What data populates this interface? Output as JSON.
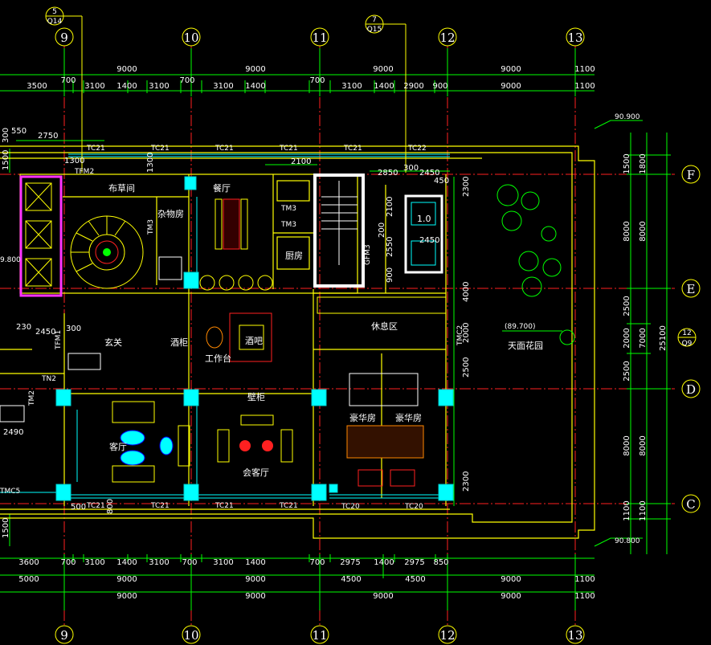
{
  "axes_top": [
    "9",
    "10",
    "11",
    "12",
    "13"
  ],
  "axes_bottom": [
    "9",
    "10",
    "11",
    "12",
    "13"
  ],
  "axes_right": [
    "F",
    "E",
    "D",
    "C"
  ],
  "callouts": [
    {
      "num": "5",
      "sheet": "Q14"
    },
    {
      "num": "7",
      "sheet": "Q15"
    },
    {
      "num": "12",
      "sheet": "Q9"
    }
  ],
  "dims_top_row1": [
    "9000",
    "9000",
    "9000",
    "9000",
    "1100"
  ],
  "dims_top_row2": [
    "3500",
    "700",
    "3100",
    "1400",
    "3100",
    "700",
    "3100",
    "1400",
    "700",
    "3100",
    "1400",
    "2900",
    "900",
    "9000",
    "1100"
  ],
  "dims_bottom_row1": [
    "3600",
    "700",
    "3100",
    "1400",
    "3100",
    "700",
    "3100",
    "1400",
    "700",
    "2975",
    "1400",
    "2975",
    "850"
  ],
  "dims_bottom_row2": [
    "5000",
    "9000",
    "9000",
    "4500",
    "4500",
    "9000",
    "1100"
  ],
  "dims_bottom_row3": [
    "9000",
    "9000",
    "9000",
    "9000",
    "1100"
  ],
  "dims_right_inner": [
    "1500",
    "8000",
    "2500",
    "2000",
    "2500",
    "8000",
    "1100"
  ],
  "dims_right_mid": [
    "1800",
    "8000",
    "7000",
    "8000",
    "1100"
  ],
  "dims_right_total": "25100",
  "elevations": [
    "90.900",
    "90.800",
    "(89.700)",
    "9.800"
  ],
  "window_tags": [
    "TC21",
    "TC21",
    "TC21",
    "TC21",
    "TC21",
    "TC22",
    "TC21",
    "TC21",
    "TC21",
    "TC21",
    "TC20",
    "TC20"
  ],
  "door_tags": [
    "TFM2",
    "TM3",
    "TM3",
    "GFM3",
    "TM2",
    "TFM1",
    "TN2",
    "TM3",
    "TMC5",
    "TMC2"
  ],
  "misc_dims": [
    "550",
    "300",
    "2750",
    "1500",
    "1300",
    "1300",
    "2100",
    "2850",
    "300",
    "2450",
    "450",
    "2300",
    "2100",
    "200",
    "2550",
    "2450",
    "900",
    "4000",
    "2000",
    "2500",
    "2300",
    "500",
    "800",
    "230",
    "2450",
    "300",
    "2490",
    "1500"
  ],
  "rooms": {
    "r1": "布草间",
    "r2": "餐厅",
    "r3": "杂物房",
    "r4": "厨房",
    "r5": "休息区",
    "r6": "玄关",
    "r7": "酒柜",
    "r8": "酒吧",
    "r9": "工作台",
    "r10": "客厅",
    "r11": "会客厅",
    "r12": "壁柜",
    "r13": "豪华房",
    "r14": "豪华房",
    "r15": "天面花园",
    "r16": "1.0"
  }
}
